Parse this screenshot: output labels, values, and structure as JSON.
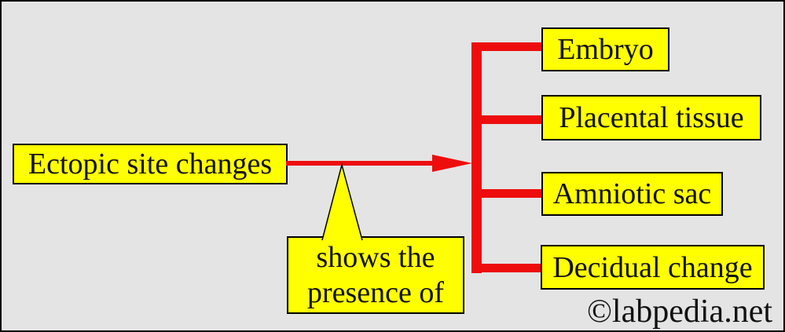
{
  "diagram": {
    "root": {
      "label": "Ectopic site changes"
    },
    "callout": {
      "line1": "shows the",
      "line2": "presence of"
    },
    "children": [
      "Embryo",
      "Placental tissue",
      "Amniotic sac",
      "Decidual change"
    ],
    "watermark": "©labpedia.net",
    "colors": {
      "background": "#e4e4e4",
      "node_fill": "#ffff00",
      "node_border": "#000000",
      "connector_red": "#ee0d0d",
      "text": "#111111"
    }
  }
}
